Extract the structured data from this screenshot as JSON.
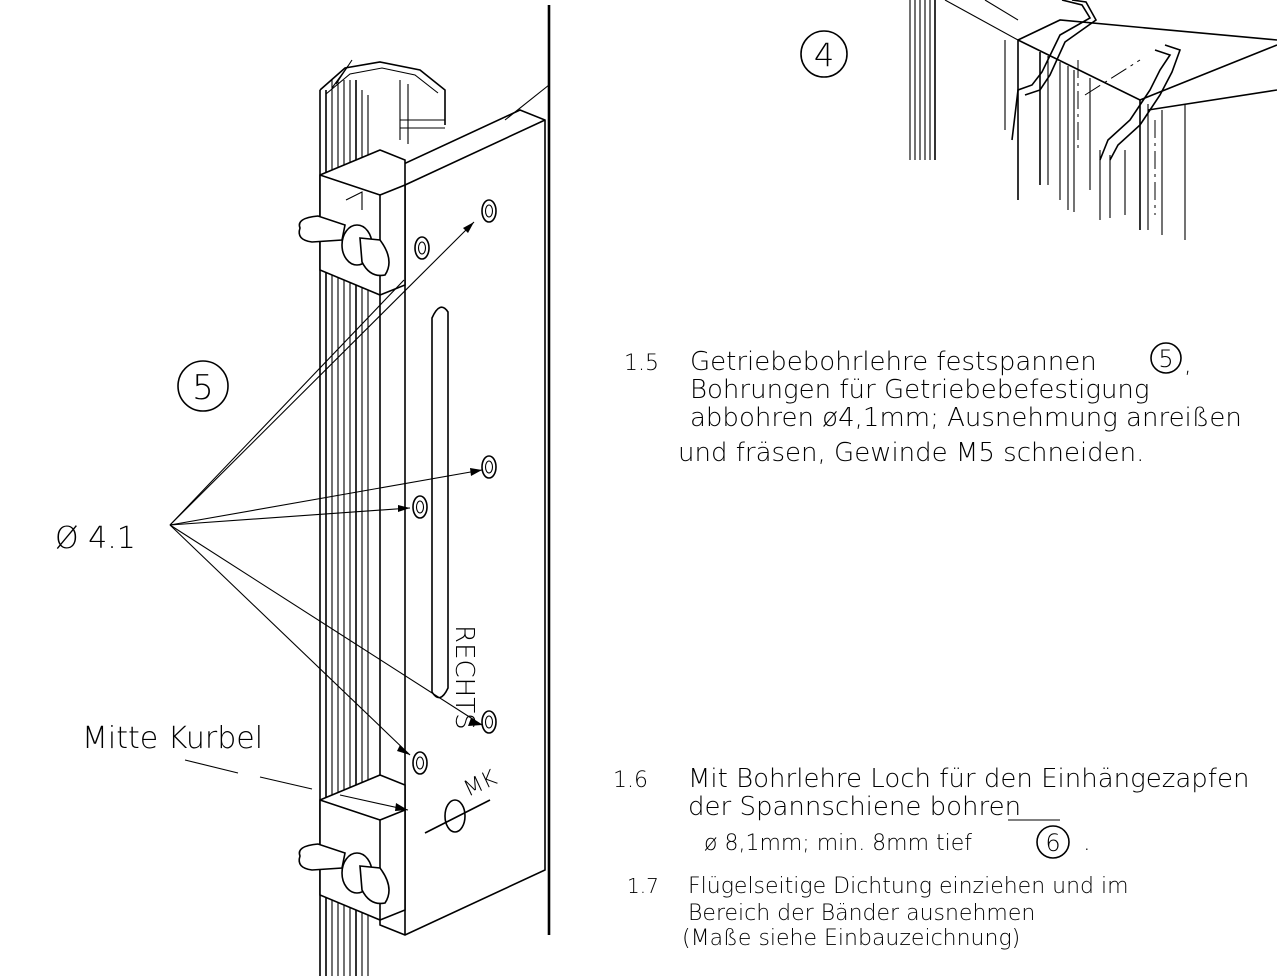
{
  "markers": {
    "m4": "4",
    "m5": "5"
  },
  "labels": {
    "diameter": "Ø 4.1",
    "mitte_kurbel": "Mitte Kurbel",
    "rechts": "RECHTS",
    "mk": "MK"
  },
  "steps": [
    {
      "num": "1.5",
      "lines": [
        "Getriebebohrlehre festspannen",
        "Bohrungen für Getriebebefestigung",
        "abbohren  ø4,1mm; Ausnehmung anreißen",
        "und fräsen, Gewinde M5 schneiden."
      ],
      "ref": "5"
    },
    {
      "num": "1.6",
      "lines": [
        "Mit Bohrlehre Loch für den Einhängezapfen",
        "der Spannschiene bohren",
        "ø 8,1mm; min. 8mm tief"
      ],
      "ref": "6"
    },
    {
      "num": "1.7",
      "lines": [
        "Flügelseitige Dichtung einziehen und im",
        "Bereich der Bänder ausnehmen",
        "(Maße siehe Einbauzeichnung)"
      ]
    }
  ]
}
